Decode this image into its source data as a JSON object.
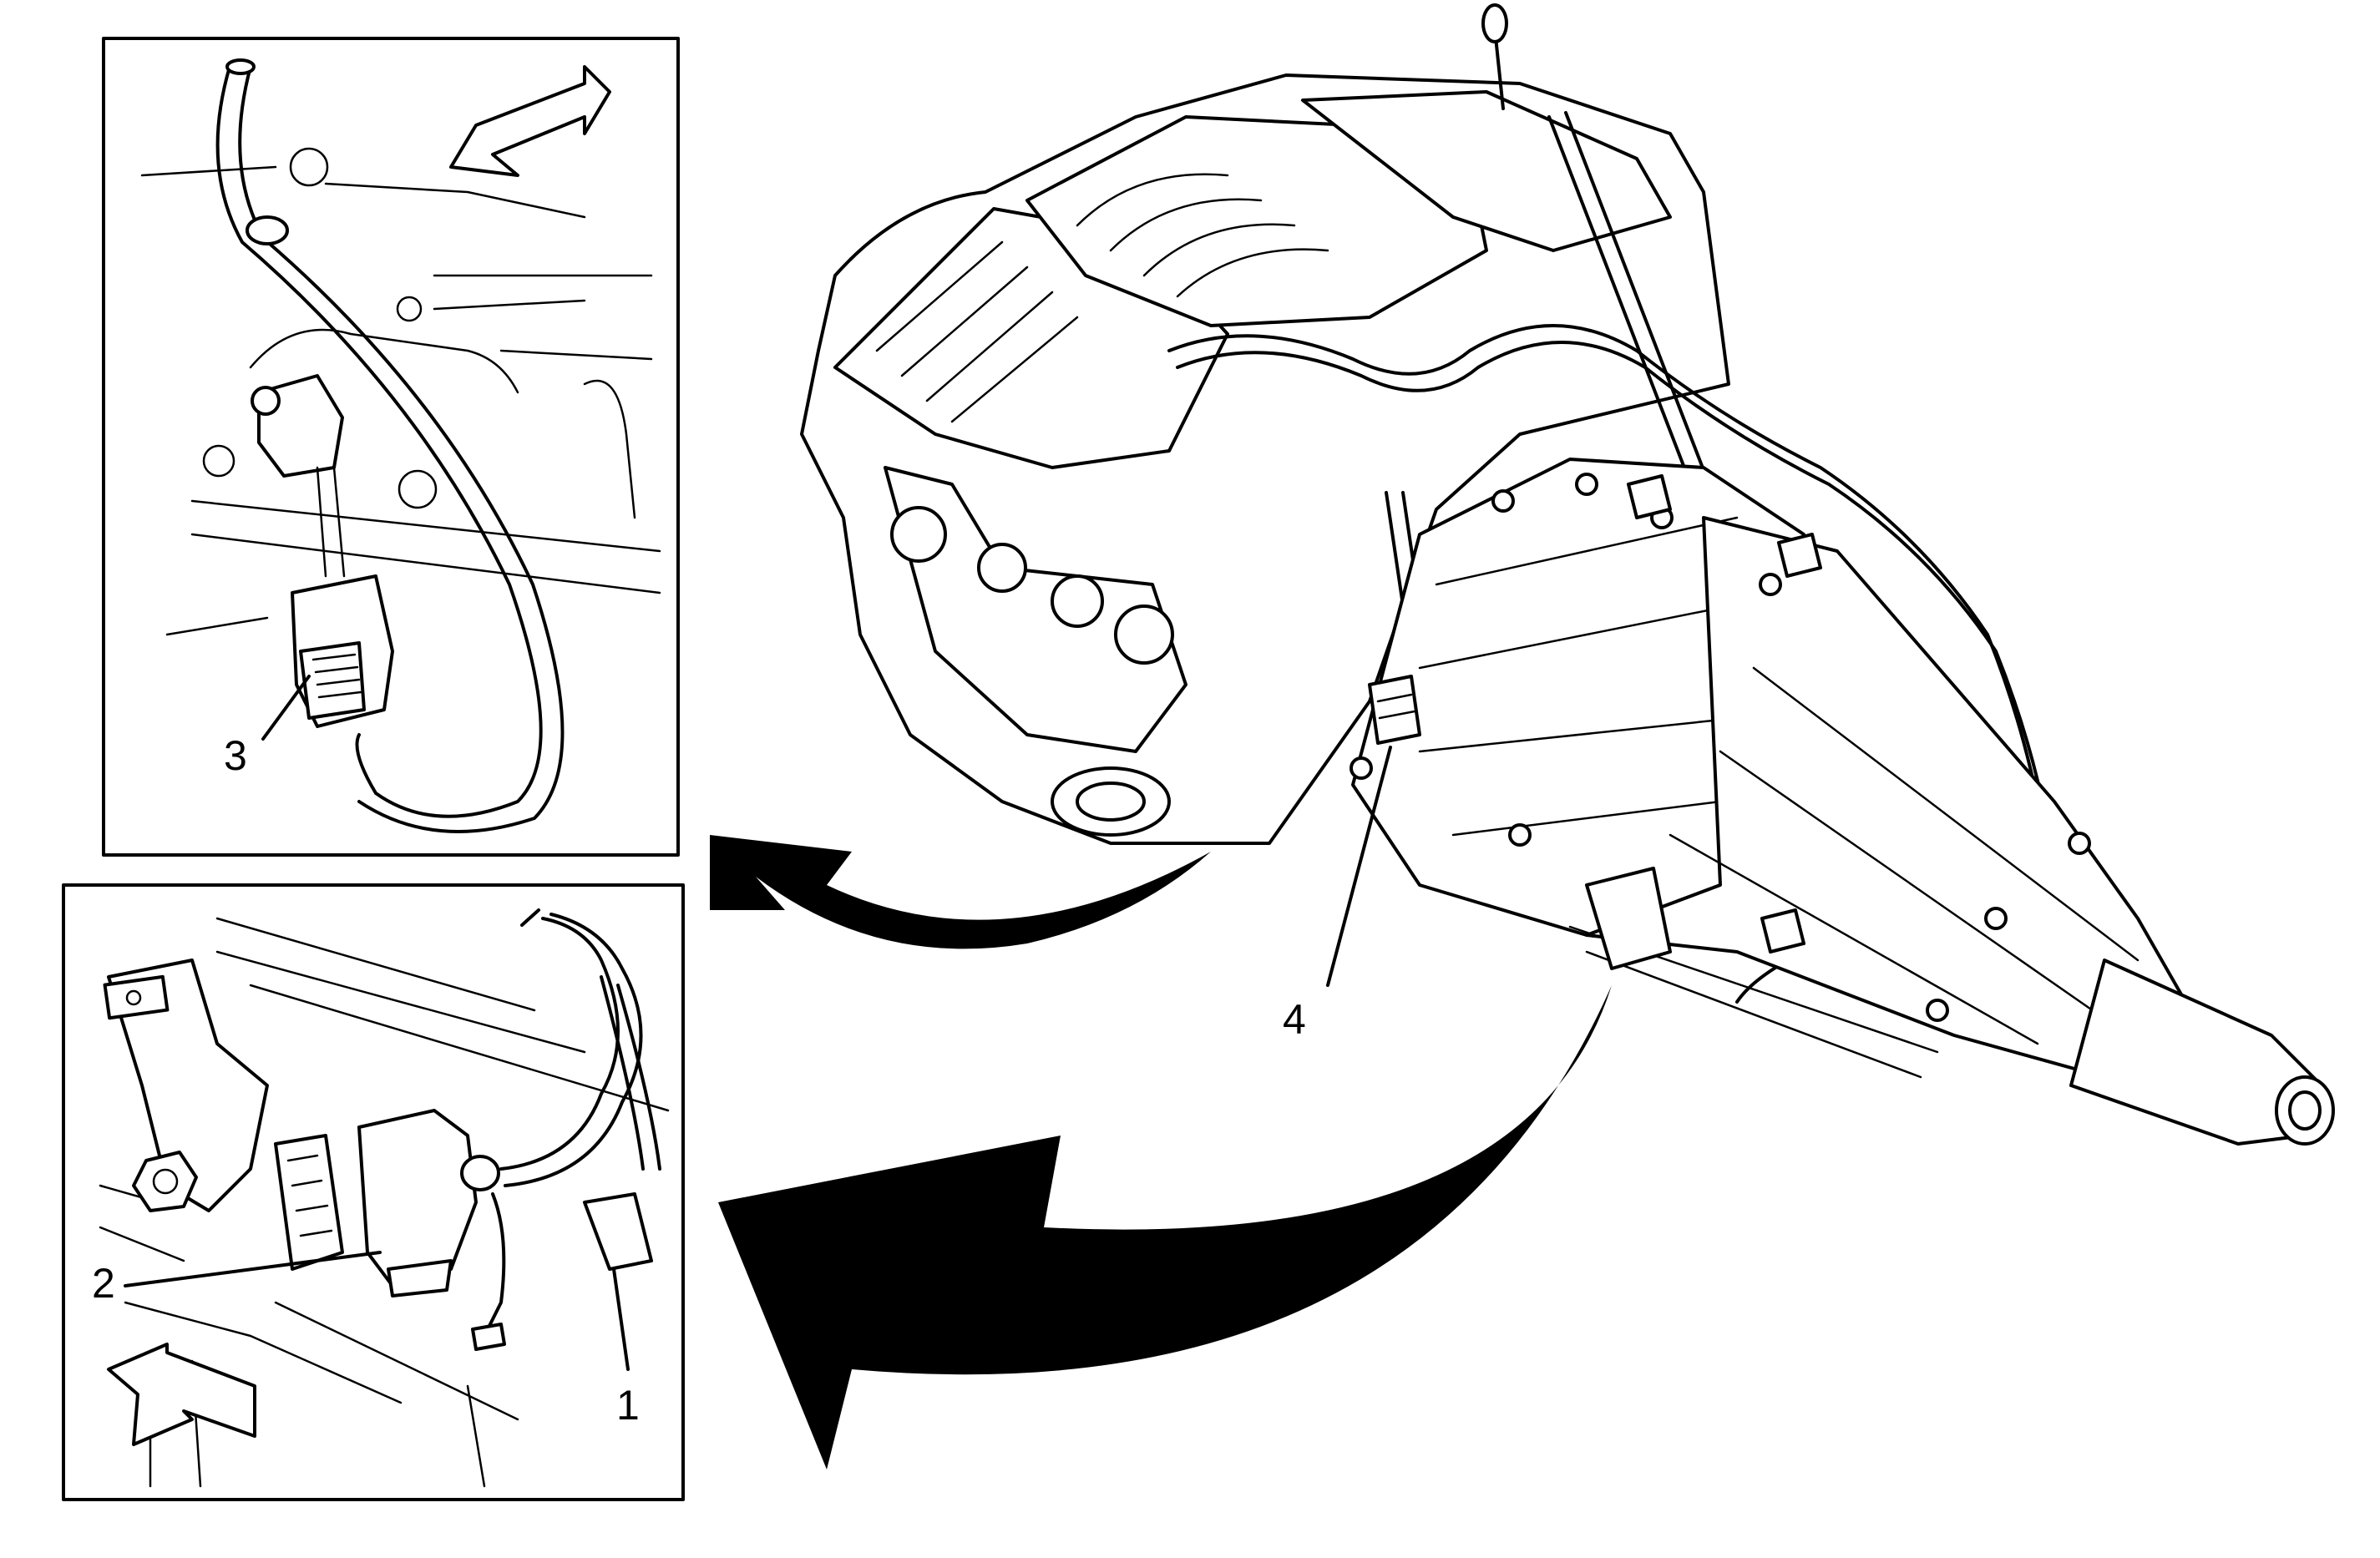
{
  "diagram": {
    "callouts": {
      "c1": "1",
      "c2": "2",
      "c3": "3",
      "c4": "4"
    },
    "colors": {
      "line": "#000000",
      "background": "#ffffff"
    }
  }
}
